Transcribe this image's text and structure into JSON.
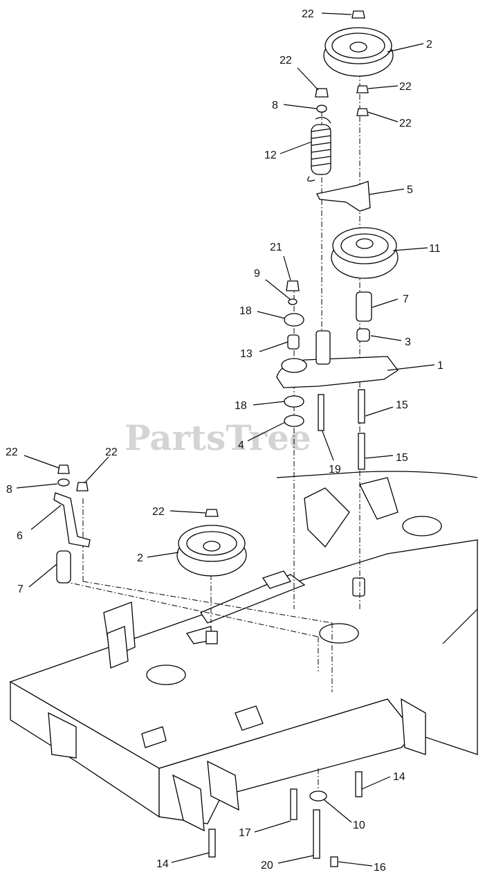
{
  "watermark": "PartsTree",
  "callouts": [
    "22",
    "2",
    "22",
    "22",
    "8",
    "22",
    "12",
    "5",
    "11",
    "21",
    "9",
    "18",
    "7",
    "3",
    "13",
    "1",
    "18",
    "15",
    "4",
    "15",
    "19",
    "22",
    "22",
    "8",
    "6",
    "22",
    "2",
    "7",
    "14",
    "17",
    "10",
    "14",
    "20",
    "16"
  ],
  "colors": {
    "line": "#000000",
    "watermark": "#d4d4d4",
    "background": "#ffffff"
  }
}
